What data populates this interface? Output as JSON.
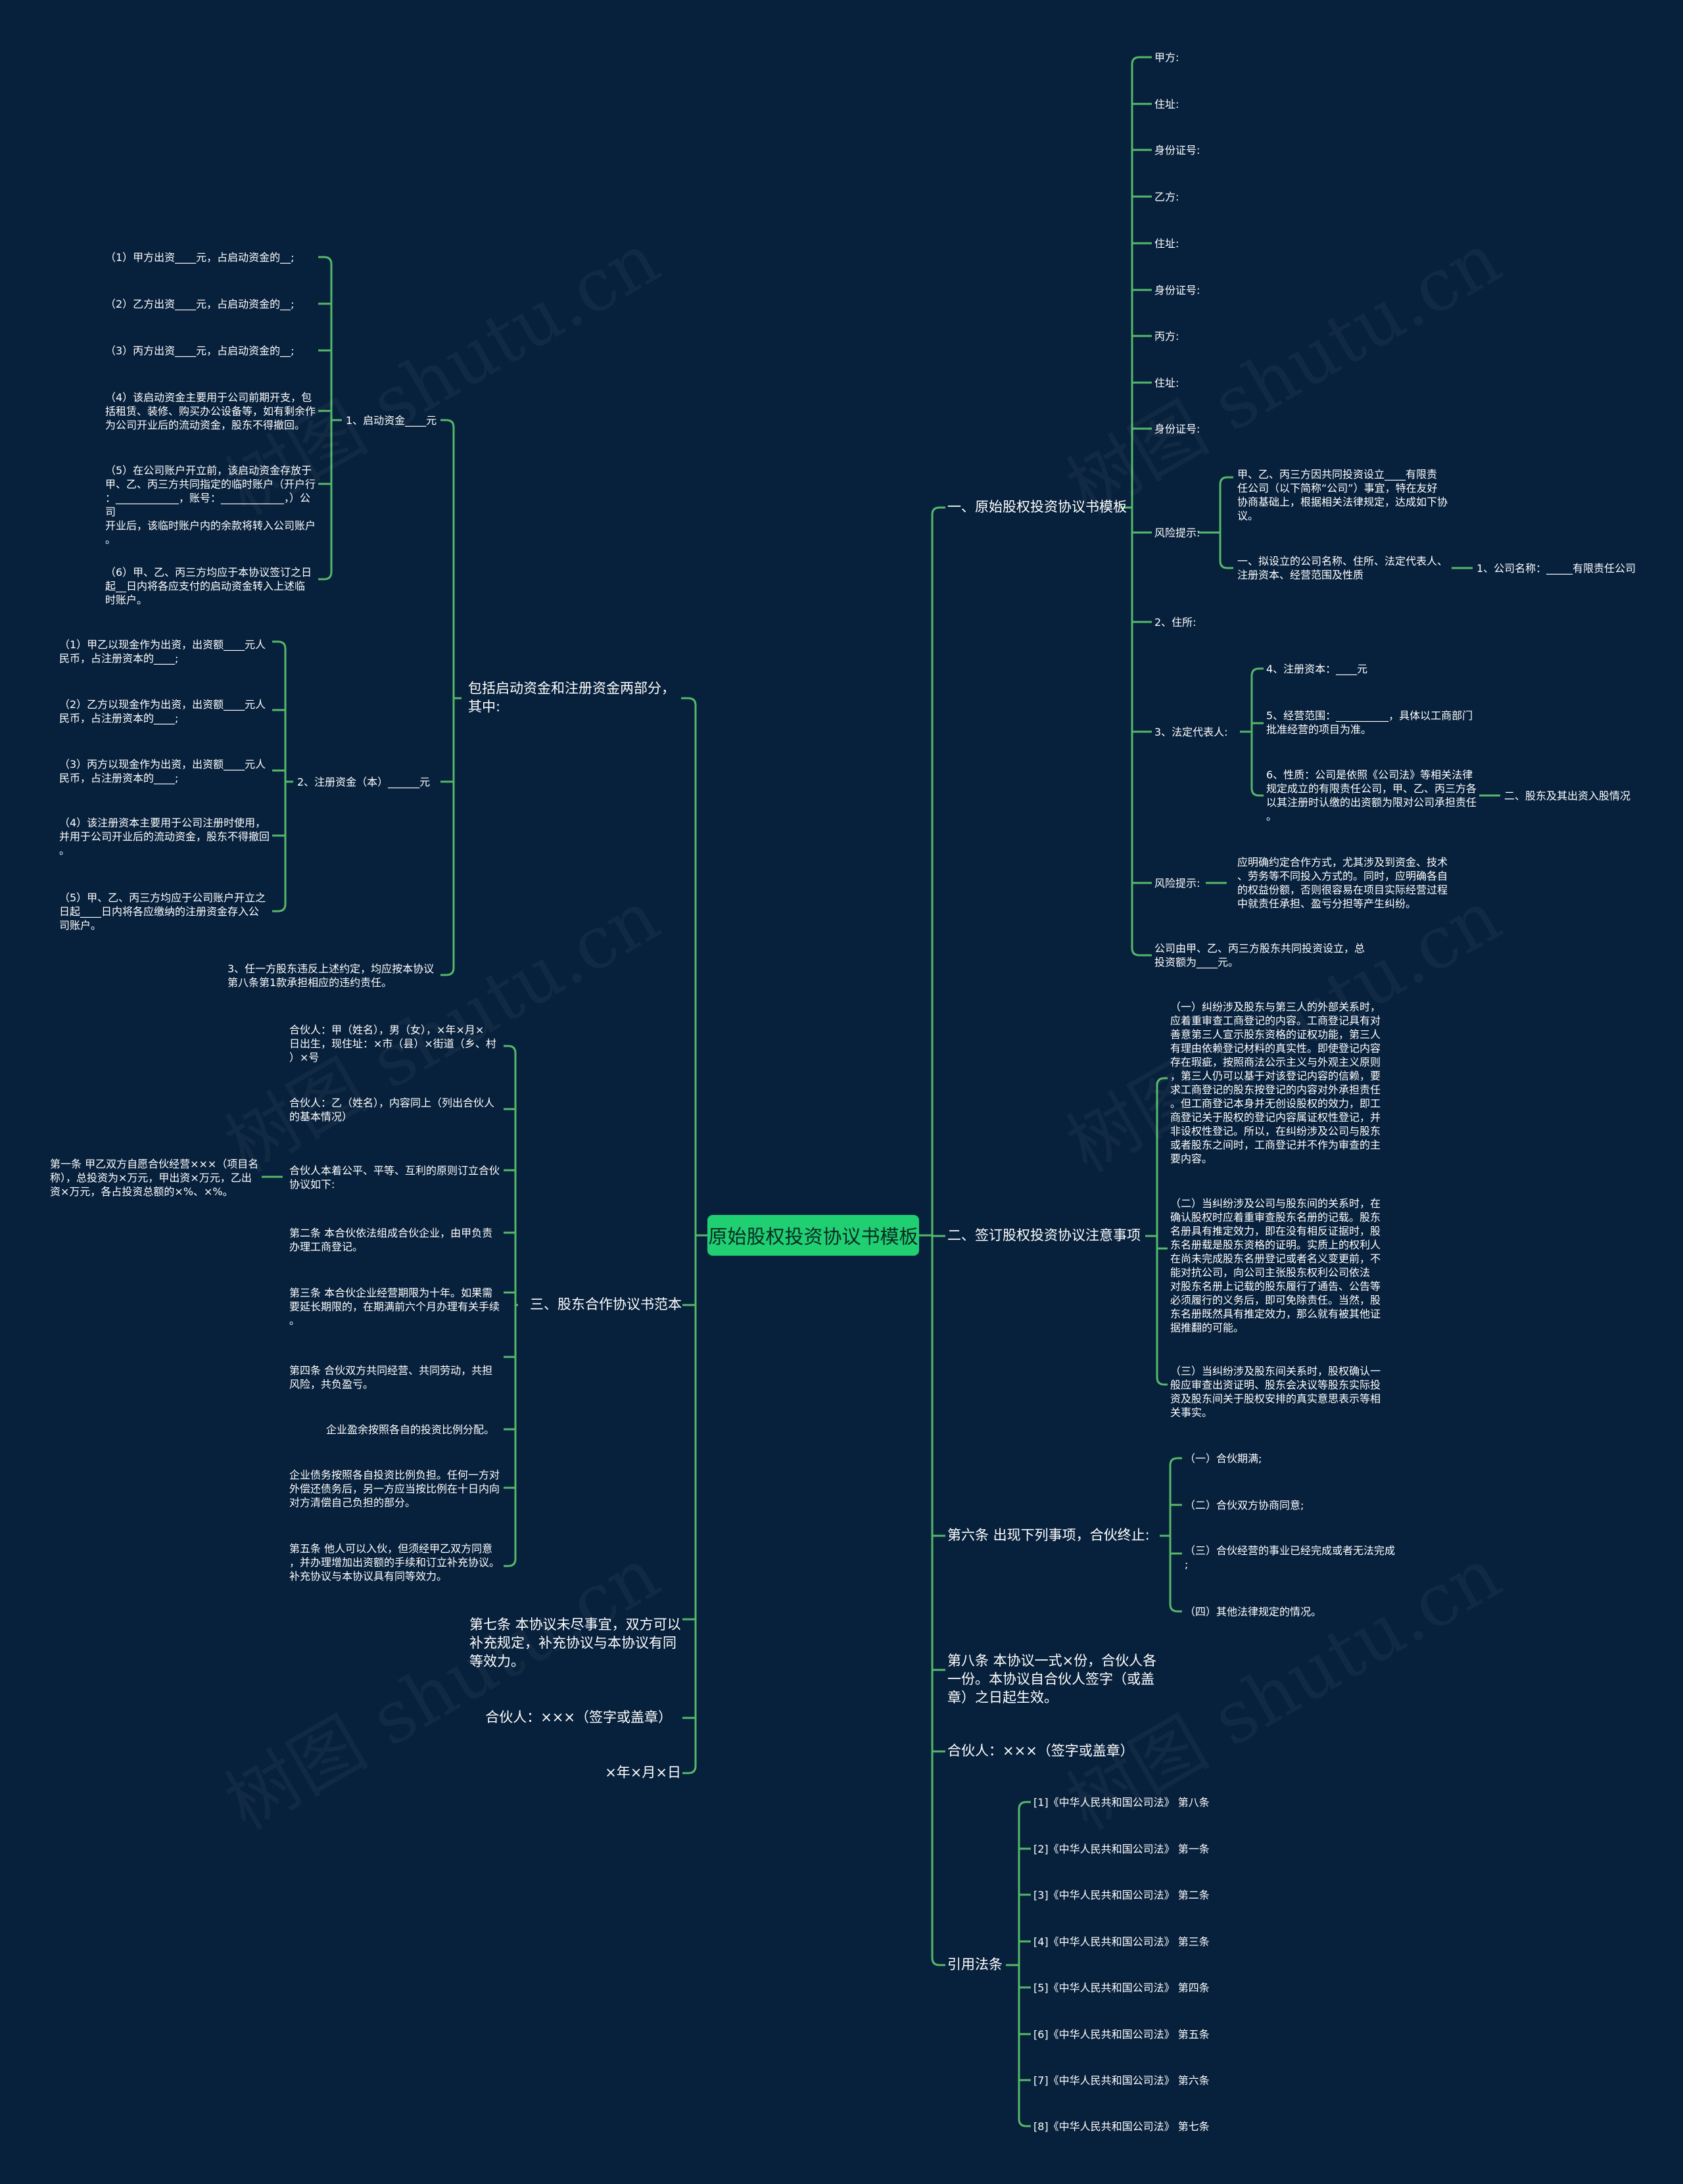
{
  "colors": {
    "background": "#07203b",
    "root": "#1fcf72",
    "connector": "#55b86a",
    "text": "#ffffff"
  },
  "watermark": "树图 shutu.cn",
  "root": "原始股权投资协议书模板",
  "right": {
    "b1": {
      "label": "一、原始股权投资协议书模板",
      "items": [
        "甲方:",
        "住址:",
        "身份证号:",
        "乙方:",
        "住址:",
        "身份证号:",
        "丙方:",
        "住址:",
        "身份证号:"
      ],
      "risk1": {
        "label": "风险提示:",
        "a": "甲、乙、丙三方因共同投资设立____有限责\n任公司（以下简称“公司”）事宜，特在友好\n协商基础上，根据相关法律规定，达成如下协\n议。",
        "b": "一、拟设立的公司名称、住所、法定代表人、\n注册资本、经营范围及性质",
        "b_child": "1、公司名称：_____有限责任公司"
      },
      "address": "2、住所:",
      "legal": {
        "label": "3、法定代表人:",
        "c1": "4、注册资本：____元",
        "c2": "5、经营范围：__________，具体以工商部门\n批准经营的项目为准。",
        "c3": "6、性质：公司是依照《公司法》等相关法律\n规定成立的有限责任公司，甲、乙、丙三方各\n以其注册时认缴的出资额为限对公司承担责任\n。",
        "c3_child": "二、股东及其出资入股情况"
      },
      "risk2": {
        "label": "风险提示:",
        "text": "应明确约定合作方式，尤其涉及到资金、技术\n、劳务等不同投入方式的。同时，应明确各自\n的权益份额，否则很容易在项目实际经营过程\n中就责任承担、盈亏分担等产生纠纷。"
      },
      "last": "公司由甲、乙、丙三方股东共同投资设立，总\n投资额为____元。"
    },
    "b2": {
      "label": "二、签订股权投资协议注意事项",
      "p1": "（一）纠纷涉及股东与第三人的外部关系时，\n应着重审查工商登记的内容。工商登记具有对\n善意第三人宣示股东资格的证权功能，第三人\n有理由依赖登记材料的真实性。即使登记内容\n存在瑕疵，按照商法公示主义与外观主义原则\n，第三人仍可以基于对该登记内容的信赖，要\n求工商登记的股东按登记的内容对外承担责任\n。但工商登记本身并无创设股权的效力，即工\n商登记关于股权的登记内容属证权性登记，并\n非设权性登记。所以，在纠纷涉及公司与股东\n或者股东之间时，工商登记并不作为审查的主\n要内容。",
      "p2": "（二）当纠纷涉及公司与股东间的关系时，在\n确认股权时应着重审查股东名册的记载。股东\n名册具有推定效力，即在没有相反证据时，股\n东名册载是股东资格的证明。实质上的权利人\n在尚未完成股东名册登记或者名义变更前，不\n能对抗公司，向公司主张股东权利公司依法\n对股东名册上记载的股东履行了通告、公告等\n必须履行的义务后，即可免除责任。当然，股\n东名册既然具有推定效力，那么就有被其他证\n据推翻的可能。",
      "p3": "（三）当纠纷涉及股东间关系时，股权确认一\n般应审查出资证明、股东会决议等股东实际投\n资及股东间关于股权安排的真实意思表示等相\n关事实。"
    },
    "b3": {
      "label": "第六条 出现下列事项，合伙终止:",
      "items": [
        "（一）合伙期满;",
        "（二）合伙双方协商同意;",
        "（三）合伙经营的事业已经完成或者无法完成\n;",
        "（四）其他法律规定的情况。"
      ]
    },
    "b4": {
      "label": "第八条 本协议一式×份，合伙人各\n一份。本协议自合伙人签字（或盖\n章）之日起生效。"
    },
    "b5": {
      "label": "合伙人：×××（签字或盖章）"
    },
    "b6": {
      "label": "引用法条",
      "items": [
        "[1]《中华人民共和国公司法》 第八条",
        "[2]《中华人民共和国公司法》 第一条",
        "[3]《中华人民共和国公司法》 第二条",
        "[4]《中华人民共和国公司法》 第三条",
        "[5]《中华人民共和国公司法》 第四条",
        "[6]《中华人民共和国公司法》 第五条",
        "[7]《中华人民共和国公司法》 第六条",
        "[8]《中华人民共和国公司法》 第七条"
      ]
    }
  },
  "left": {
    "b1": {
      "label": "包括启动资金和注册资金两部分，\n其中:",
      "start": {
        "label": "1、启动资金____元",
        "items": [
          "（1）甲方出资____元，占启动资金的__;",
          "（2）乙方出资____元，占启动资金的__;",
          "（3）丙方出资____元，占启动资金的__;",
          "（4）该启动资金主要用于公司前期开支，包\n括租赁、装修、购买办公设备等，如有剩余作\n为公司开业后的流动资金，股东不得撤回。",
          "（5）在公司账户开立前，该启动资金存放于\n甲、乙、丙三方共同指定的临时账户（开户行\n：____________，账号：____________，）公司\n开业后，该临时账户内的余款将转入公司账户\n。",
          "（6）甲、乙、丙三方均应于本协议签订之日\n起__日内将各应支付的启动资金转入上述临\n时账户。"
        ]
      },
      "reg": {
        "label": "2、注册资金（本）______元",
        "items": [
          "（1）甲乙以现金作为出资，出资额____元人\n民币，占注册资本的____;",
          "（2）乙方以现金作为出资，出资额____元人\n民币，占注册资本的____;",
          "（3）丙方以现金作为出资，出资额____元人\n民币，占注册资本的____;",
          "（4）该注册资本主要用于公司注册时使用，\n并用于公司开业后的流动资金，股东不得撤回\n。",
          "（5）甲、乙、丙三方均应于公司账户开立之\n日起____日内将各应缴纳的注册资金存入公\n司账户。"
        ]
      },
      "breach": "3、任一方股东违反上述约定，均应按本协议\n第八条第1款承担相应的违约责任。"
    },
    "b2": {
      "label": "三、股东合作协议书范本",
      "items": [
        "合伙人：甲（姓名），男（女），×年×月×\n日出生，现住址：×市（县）×街道（乡、村\n）×号",
        "合伙人：乙（姓名），内容同上（列出合伙人\n的基本情况）",
        "合伙人本着公平、平等、互利的原则订立合伙\n协议如下:",
        "第二条 本合伙依法组成合伙企业，由甲负责\n办理工商登记。",
        "第三条 本合伙企业经营期限为十年。如果需\n要延长期限的，在期满前六个月办理有关手续\n。",
        "第四条 合伙双方共同经营、共同劳动，共担\n风险，共负盈亏。",
        "企业盈余按照各自的投资比例分配。",
        "企业债务按照各自投资比例负担。任何一方对\n外偿还债务后，另一方应当按比例在十日内向\n对方清偿自己负担的部分。",
        "第五条 他人可以入伙，但须经甲乙双方同意\n，并办理增加出资额的手续和订立补充协议。\n补充协议与本协议具有同等效力。"
      ],
      "child": "第一条 甲乙双方自愿合伙经营×××（项目名\n称），总投资为×万元，甲出资×万元，乙出\n资×万元，各占投资总额的×%、×%。"
    },
    "b3": {
      "label": "第七条 本协议未尽事宜，双方可以\n补充规定，补充协议与本协议有同\n等效力。"
    },
    "b4": {
      "label": "合伙人：×××（签字或盖章）"
    },
    "b5": {
      "label": "×年×月×日"
    }
  }
}
